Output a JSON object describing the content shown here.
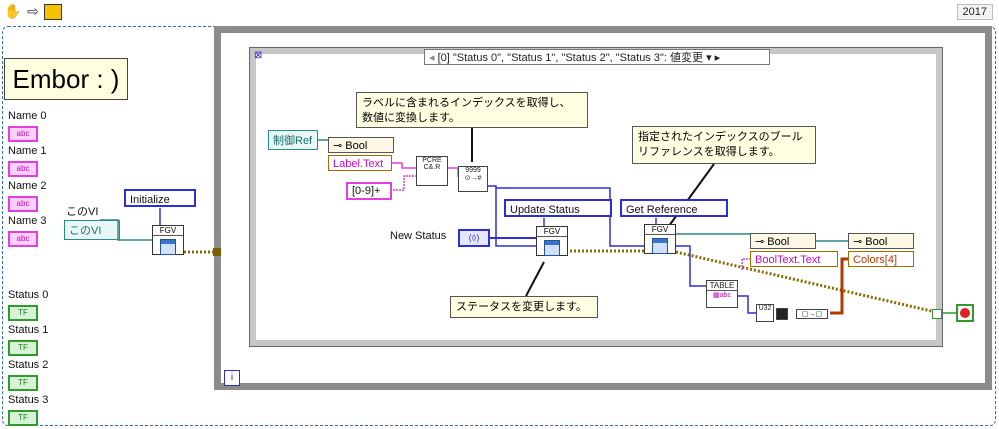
{
  "toolbar": {
    "tools": [
      "hand-icon",
      "run-arrow-icon",
      "run-continuous-icon"
    ],
    "version": "2017"
  },
  "title": "Embor : )",
  "names": [
    {
      "label": "Name 0",
      "type": "abc"
    },
    {
      "label": "Name 1",
      "type": "abc"
    },
    {
      "label": "Name 2",
      "type": "abc"
    },
    {
      "label": "Name 3",
      "type": "abc"
    }
  ],
  "statuses": [
    {
      "label": "Status 0",
      "type": "TF"
    },
    {
      "label": "Status 1",
      "type": "TF"
    },
    {
      "label": "Status 2",
      "type": "TF"
    },
    {
      "label": "Status 3",
      "type": "TF"
    }
  ],
  "this_vi": {
    "label": "このVI",
    "value": "このVI"
  },
  "initialize_enum": "Initialize",
  "fgv_label": "FGV",
  "case_selector": "[0] \"Status 0\", \"Status 1\", \"Status 2\", \"Status 3\": 値変更",
  "ctrl_ref": "制御Ref",
  "bool_class": "Bool",
  "label_text": "Label.Text",
  "regex": "[0-9]+",
  "comment1": [
    "ラベルに含まれるインデックスを取得し、",
    "数値に変換します。"
  ],
  "comment2": [
    "指定されたインデックスのブール",
    "リファレンスを取得します。"
  ],
  "comment3": "ステータスを変更します。",
  "update_status": "Update Status",
  "get_reference": "Get Reference",
  "new_status": "New Status",
  "table_label": "TABLE",
  "bool_text_text": "BoolText.Text",
  "colors": "Colors[4]",
  "info_marker": "i",
  "case_marker": "⊠",
  "stop_color": "#e02020"
}
